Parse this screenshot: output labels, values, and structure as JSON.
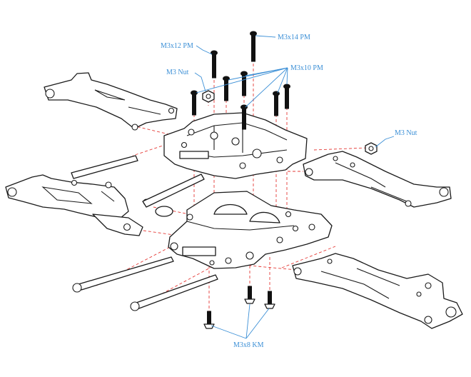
{
  "labels": {
    "m3x14": "M3x14 PM",
    "m3x12": "M3x12 PM",
    "m3nut_left": "M3 Nut",
    "m3x10": "M3x10 PM",
    "m3nut_right": "M3 Nut",
    "m3x8": "M3x8 KM"
  },
  "colors": {
    "label": "#3b8fd6",
    "guide": "#e53935",
    "line": "#1a1a1a"
  }
}
